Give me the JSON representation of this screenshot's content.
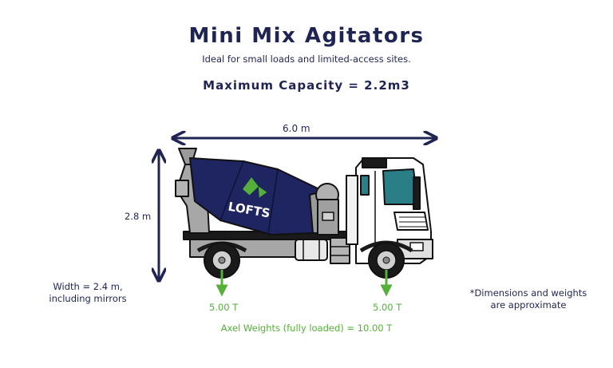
{
  "header": {
    "title": "Mini Mix Agitators",
    "subtitle": "Ideal for small loads and limited-access sites.",
    "capacity": "Maximum Capacity = 2.2m3"
  },
  "dimensions": {
    "length": "6.0 m",
    "height": "2.8 m",
    "width_line1": "Width = 2.4 m,",
    "width_line2": "including mirrors"
  },
  "weights": {
    "front_axle": "5.00 T",
    "rear_axle": "5.00 T",
    "total": "Axel Weights (fully loaded) = 10.00 T"
  },
  "notes": {
    "line1": "*Dimensions and weights",
    "line2": "are approximate"
  },
  "brand": {
    "logo_text": "LOFTS"
  },
  "colors": {
    "navy": "#1f2452",
    "green": "#55b03a",
    "drum": "#1e2560",
    "teal": "#2a7f86",
    "grey": "#9a9a9a"
  }
}
